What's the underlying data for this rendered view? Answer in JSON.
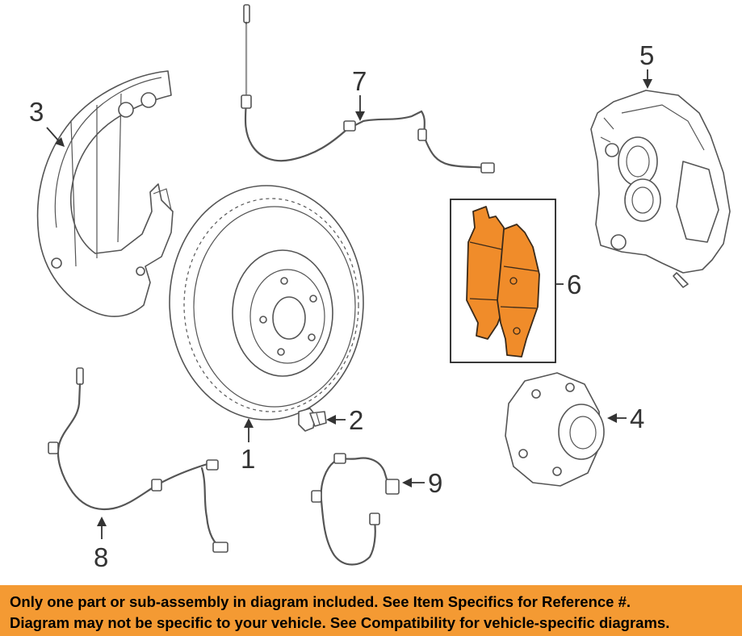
{
  "callouts": {
    "rotor": "1",
    "bolt": "2",
    "splash_shield": "3",
    "hub": "4",
    "caliper": "5",
    "brake_pads": "6",
    "front_sensor_wire": "7",
    "rear_sensor_wire": "8",
    "small_sensor_wire": "9"
  },
  "colors": {
    "highlight": "#f08c2a",
    "banner": "#f49a33",
    "line": "#555555"
  },
  "notice": {
    "line1": "Only one part or sub-assembly in diagram included. See Item Specifics for Reference #.",
    "line2": "Diagram may not be specific to your vehicle. See Compatibility for vehicle-specific diagrams."
  }
}
